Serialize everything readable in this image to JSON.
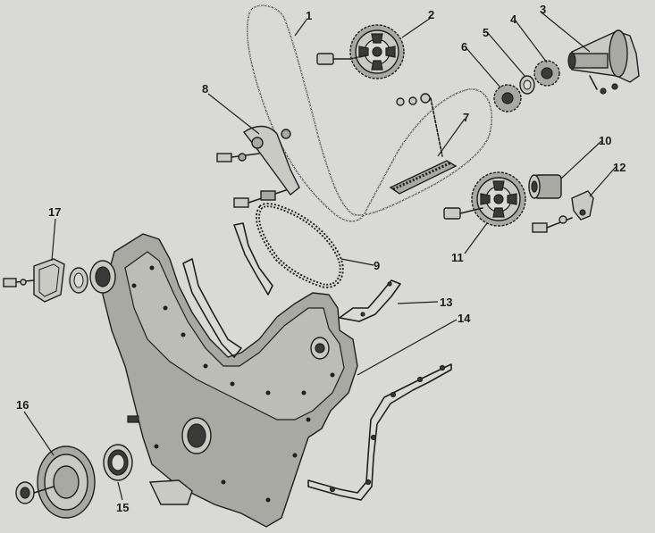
{
  "diagram": {
    "background": "#d9dad5",
    "ink": "#1f1f1f",
    "callouts": [
      {
        "id": "1",
        "text": "1"
      },
      {
        "id": "2",
        "text": "2"
      },
      {
        "id": "3",
        "text": "3"
      },
      {
        "id": "4",
        "text": "4"
      },
      {
        "id": "5",
        "text": "5"
      },
      {
        "id": "6",
        "text": "6"
      },
      {
        "id": "7",
        "text": "7"
      },
      {
        "id": "8",
        "text": "8"
      },
      {
        "id": "9",
        "text": "9"
      },
      {
        "id": "10",
        "text": "10"
      },
      {
        "id": "11",
        "text": "11"
      },
      {
        "id": "12",
        "text": "12"
      },
      {
        "id": "13",
        "text": "13"
      },
      {
        "id": "14",
        "text": "14"
      },
      {
        "id": "15",
        "text": "15"
      },
      {
        "id": "16",
        "text": "16"
      },
      {
        "id": "17",
        "text": "17"
      }
    ]
  }
}
